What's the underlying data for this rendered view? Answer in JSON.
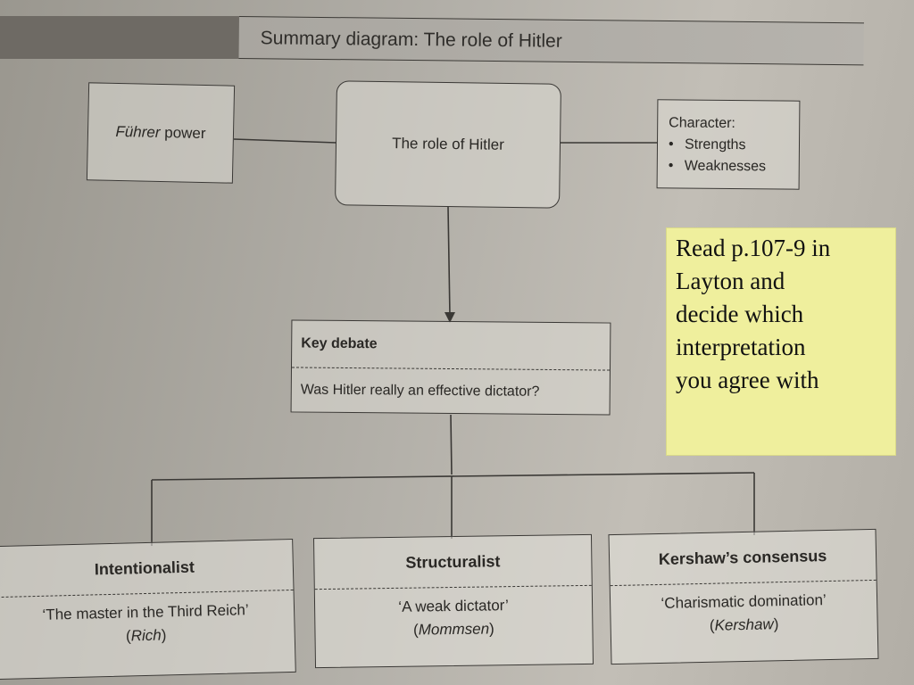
{
  "header": {
    "title": "Summary diagram: The role of Hitler"
  },
  "nodes": {
    "fuhrer_power": {
      "italic": "Führer",
      "rest": " power"
    },
    "role": "The role of Hitler",
    "character": {
      "heading": "Character:",
      "items": [
        "Strengths",
        "Weaknesses"
      ]
    },
    "key_debate": {
      "heading": "Key debate",
      "question": "Was Hitler really an effective dictator?"
    },
    "interpretations": [
      {
        "title": "Intentionalist",
        "quote": "‘The master in the Third Reich’",
        "author": "Rich"
      },
      {
        "title": "Structuralist",
        "quote": "‘A weak dictator’",
        "author": "Mommsen"
      },
      {
        "title": "Kershaw’s consensus",
        "quote": "‘Charismatic domination’",
        "author": "Kershaw"
      }
    ]
  },
  "note": {
    "text_lines": [
      "Read p.107-9 in",
      "Layton and",
      "decide which",
      "interpretation",
      "you agree with"
    ]
  },
  "colors": {
    "note_background": "#efef9d",
    "header_band": "#6e6a64",
    "line": "#3a3835"
  }
}
